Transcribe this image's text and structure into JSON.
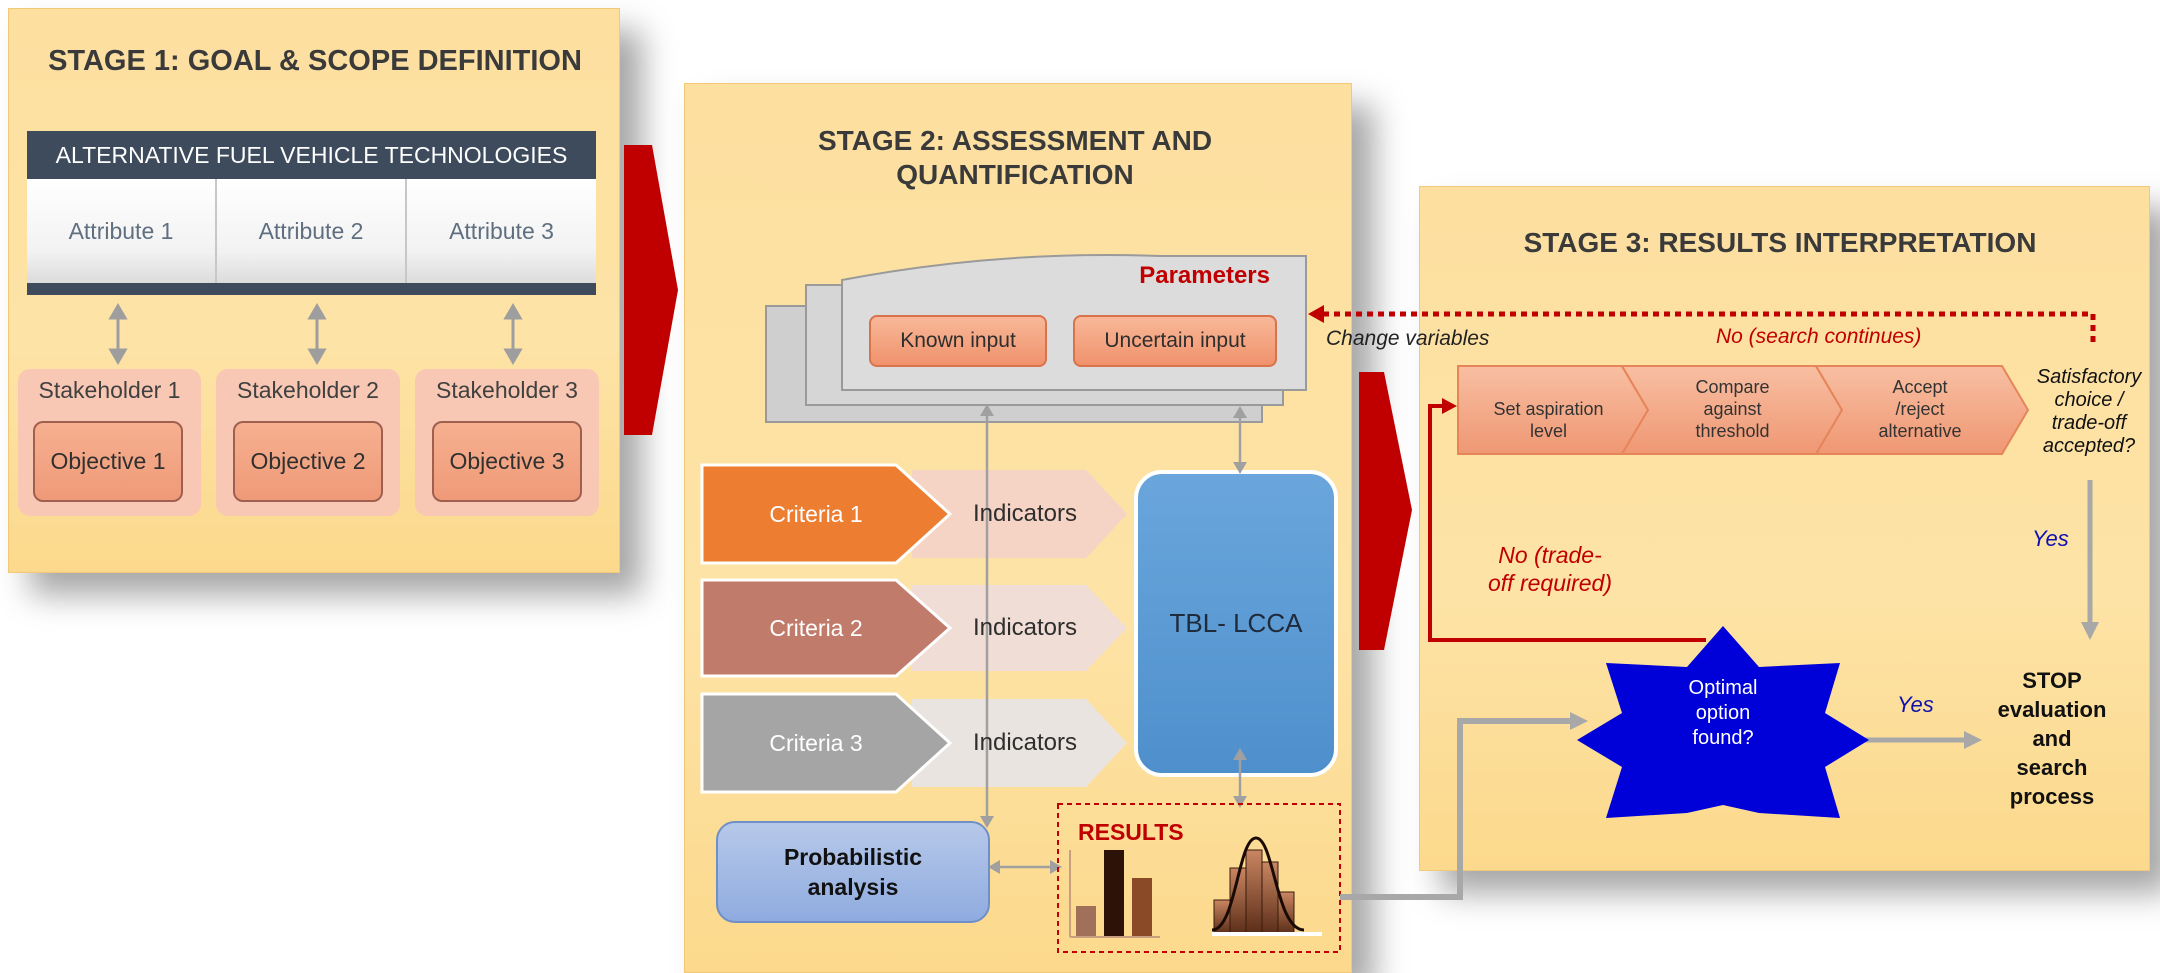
{
  "stage1": {
    "title": "STAGE 1: GOAL & SCOPE DEFINITION",
    "header": "ALTERNATIVE FUEL VEHICLE TECHNOLOGIES",
    "attributes": [
      "Attribute 1",
      "Attribute 2",
      "Attribute 3"
    ],
    "stakeholders": [
      "Stakeholder 1",
      "Stakeholder 2",
      "Stakeholder 3"
    ],
    "objectives": [
      "Objective 1",
      "Objective 2",
      "Objective 3"
    ]
  },
  "stage2": {
    "title_line1": "STAGE 2: ASSESSMENT AND",
    "title_line2": "QUANTIFICATION",
    "parameters": "Parameters",
    "known_input": "Known input",
    "uncertain_input": "Uncertain input",
    "criteria": [
      "Criteria 1",
      "Criteria 2",
      "Criteria 3"
    ],
    "indicators": [
      "Indicators",
      "Indicators",
      "Indicators"
    ],
    "tbl": "TBL- LCCA",
    "probabilistic_line1": "Probabilistic",
    "probabilistic_line2": "analysis",
    "results": "RESULTS"
  },
  "stage3": {
    "title": "STAGE 3: RESULTS INTERPRETATION",
    "change_variables": "Change variables",
    "no_search": "No (search continues)",
    "steps": [
      {
        "l1": "Set aspiration",
        "l2": "level",
        "l3": ""
      },
      {
        "l1": "Compare",
        "l2": "against",
        "l3": "threshold"
      },
      {
        "l1": "Accept",
        "l2": "/reject",
        "l3": "alternative"
      }
    ],
    "satisfactory": [
      "Satisfactory",
      "choice /",
      "trade-off",
      "accepted?"
    ],
    "yes1": "Yes",
    "no_tradeoff": [
      "No (trade-",
      "off required)"
    ],
    "optimal": [
      "Optimal",
      "option",
      "found?"
    ],
    "yes2": "Yes",
    "stop": [
      "STOP",
      "evaluation",
      "and",
      "search",
      "process"
    ]
  },
  "colors": {
    "panel": "#fde0a0",
    "red_arrow": "#c00000",
    "dashed_red": "#c00000",
    "criteria1": "#ed7d31",
    "criteria2": "#c07b6b",
    "criteria3": "#a5a5a5",
    "tbl_box": "#5b9bd5",
    "star": "#0000d8"
  }
}
